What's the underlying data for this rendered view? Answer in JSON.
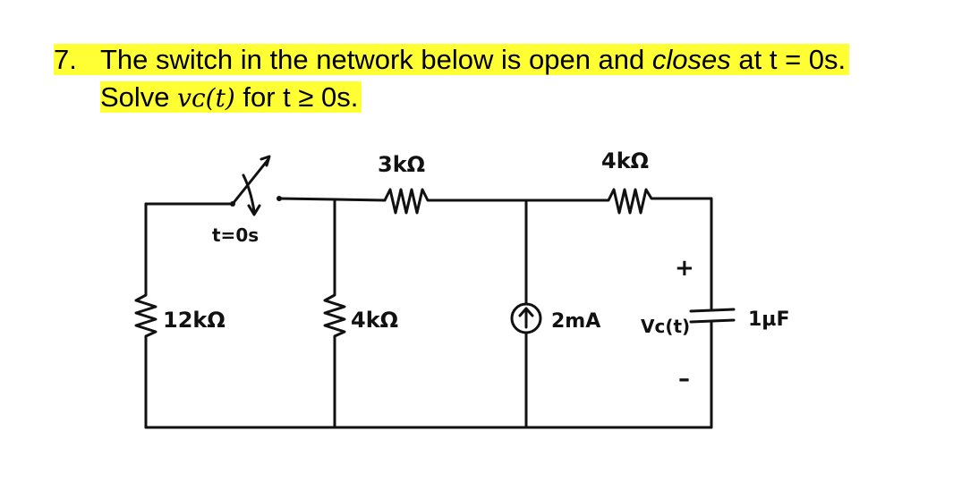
{
  "problem": {
    "number": "7.",
    "line1": "The switch in the network below is open and ",
    "line1_emph": "closes",
    "line1_end": " at t = 0s.",
    "line2_prefix": "Solve ",
    "line2_math": "vᴄ(t)",
    "line2_suffix": " for t ≥ 0s."
  },
  "circuit": {
    "switch_label": "t=0s",
    "r_left": "12kΩ",
    "r_mid_vertical": "4kΩ",
    "r_top_left": "3kΩ",
    "r_top_right": "4kΩ",
    "current_source": "2mA",
    "cap_voltage": "Vc(t)",
    "cap_value": "1µF",
    "plus_sign": "+",
    "minus_sign": "–"
  },
  "colors": {
    "highlight": "#ffff33",
    "ink": "#111111"
  }
}
